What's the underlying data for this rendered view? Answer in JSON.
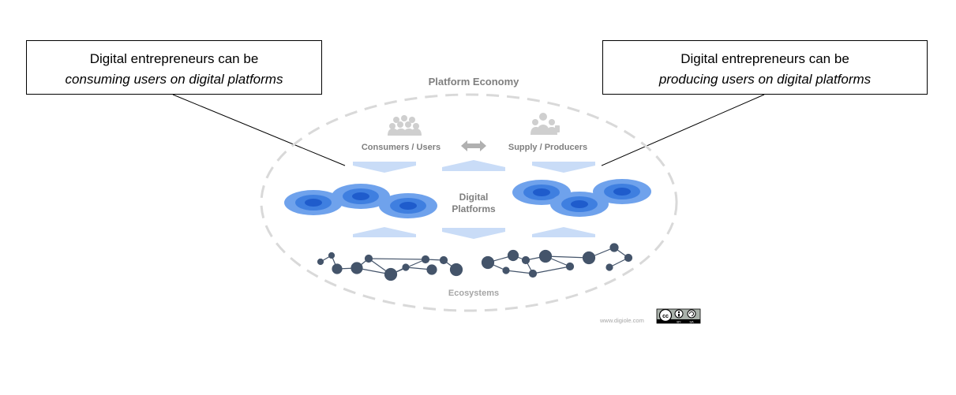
{
  "callouts": {
    "left": {
      "line1": "Digital entrepreneurs can be",
      "line2": "consuming users on digital platforms"
    },
    "right": {
      "line1": "Digital entrepreneurs can be",
      "line2": "producing users on digital platforms"
    }
  },
  "diagram": {
    "title": "Platform Economy",
    "consumers_label": "Consumers / Users",
    "producers_label": "Supply / Producers",
    "platforms_label_1": "Digital",
    "platforms_label_2": "Platforms",
    "ecosystems_label": "Ecosystems",
    "website": "www.digiole.com",
    "license_by": "BY",
    "license_sa": "SA"
  },
  "colors": {
    "platform_outer": "#6fa2ec",
    "platform_mid": "#3f7fe0",
    "platform_inner": "#1f5ccc",
    "arrow_light": "#c9dcf7",
    "network": "#44546a",
    "ellipse": "#d9d9d9",
    "label_gray": "#7f7f7f"
  }
}
